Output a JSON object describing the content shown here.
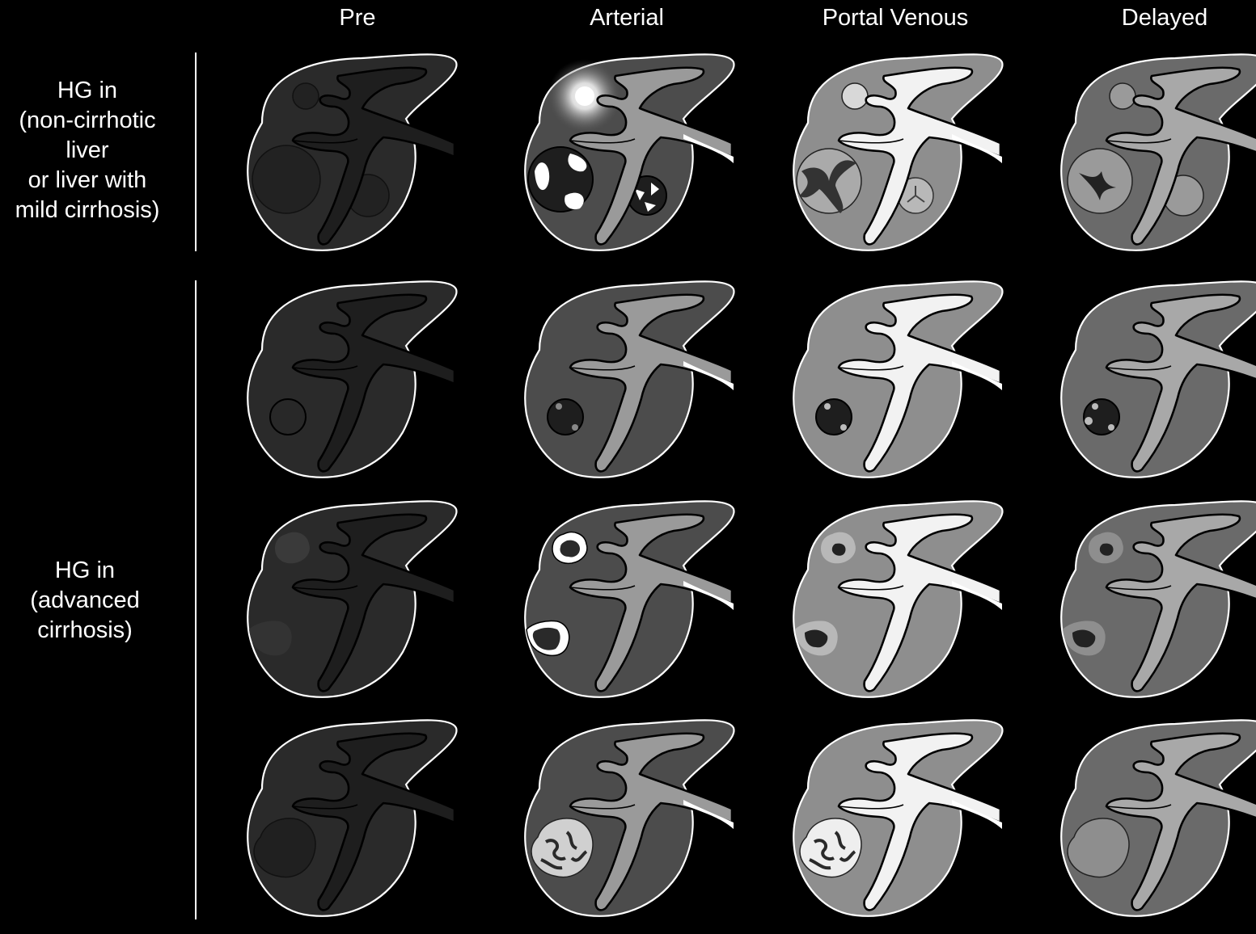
{
  "columns": [
    "Pre",
    "Arterial",
    "Portal Venous",
    "Delayed"
  ],
  "rows": [
    {
      "label_lines": [
        "HG in",
        "(non-cirrhotic",
        "liver",
        "or liver with",
        "mild cirrhosis)"
      ]
    },
    {
      "label_lines": [
        "HG in",
        "(advanced",
        "cirrhosis)"
      ]
    }
  ],
  "phase_colors": {
    "pre": {
      "parenchyma": "#2a2a2a",
      "vessel": "#1e1e1e",
      "vessel_edge": "#000000"
    },
    "arterial": {
      "parenchyma": "#4c4c4c",
      "vessel": "#9a9a9a",
      "vessel_edge": "#000000"
    },
    "portal": {
      "parenchyma": "#8e8e8e",
      "vessel": "#f2f2f2",
      "vessel_edge": "#000000"
    },
    "delayed": {
      "parenchyma": "#6a6a6a",
      "vessel": "#a8a8a8",
      "vessel_edge": "#000000"
    }
  }
}
